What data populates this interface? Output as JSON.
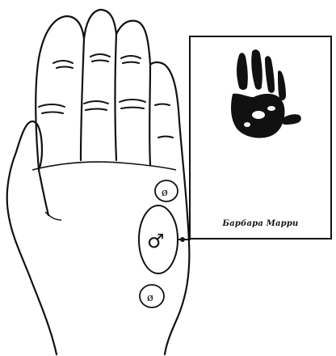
{
  "markers": {
    "upper_symbol": "ø",
    "central_symbol": "♂",
    "lower_symbol": "ø"
  },
  "print_card": {
    "signature": "Барбара Марри"
  },
  "colors": {
    "ink": "#111111",
    "paper": "#ffffff"
  }
}
